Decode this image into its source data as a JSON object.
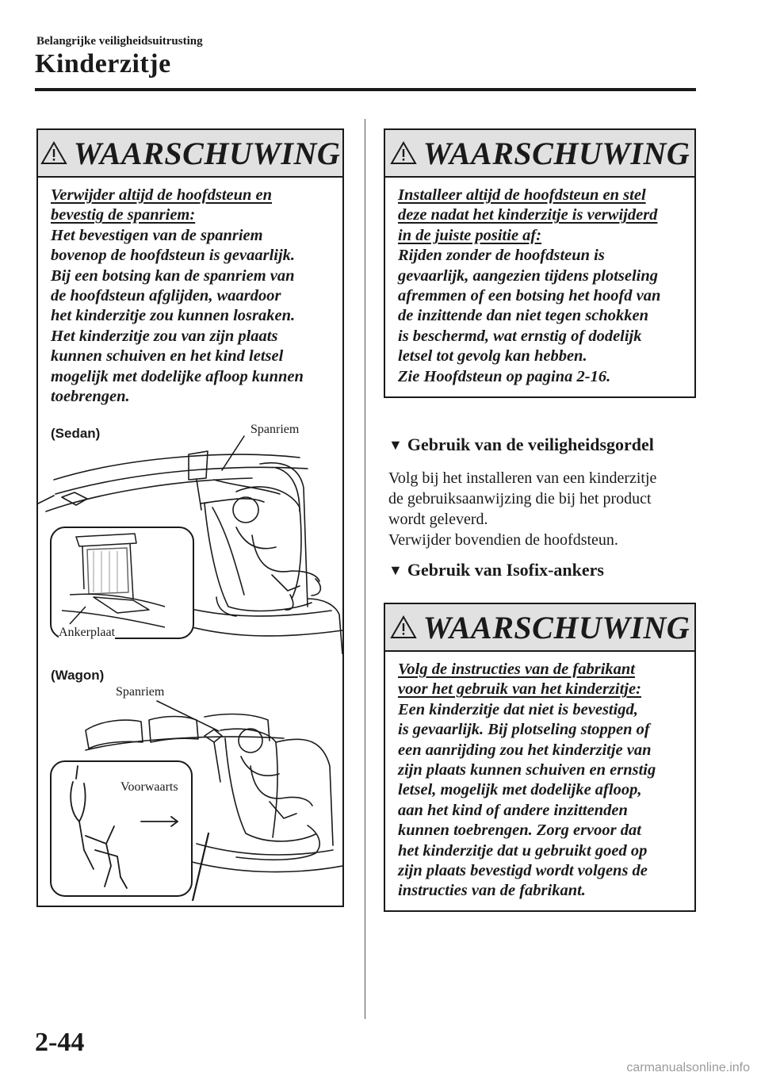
{
  "header": {
    "section": "Belangrijke veiligheidsuitrusting",
    "title": "Kinderzitje"
  },
  "warning_left": {
    "title": "WAARSCHUWING",
    "underlined": [
      "Verwijder altijd de hoofdsteun en",
      "bevestig de spanriem:"
    ],
    "body": [
      "Het bevestigen van de spanriem",
      "bovenop de hoofdsteun is gevaarlijk.",
      "Bij een botsing kan de spanriem van",
      "de hoofdsteun afglijden, waardoor",
      "het kinderzitje zou kunnen losraken.",
      "Het kinderzitje zou van zijn plaats",
      "kunnen schuiven en het kind letsel",
      "mogelijk met dodelijke afloop kunnen",
      "toebrengen."
    ],
    "figure": {
      "sedan_label": "(Sedan)",
      "sedan_callout_strap": "Spanriem",
      "sedan_callout_plate": "Ankerplaat",
      "wagon_label": "(Wagon)",
      "wagon_callout_strap": "Spanriem",
      "wagon_callout_forward": "Voorwaarts"
    }
  },
  "warning_right_top": {
    "title": "WAARSCHUWING",
    "underlined": [
      "Installeer altijd de hoofdsteun en stel",
      "deze nadat het kinderzitje is verwijderd",
      "in de juiste positie af:"
    ],
    "body": [
      "Rijden zonder de hoofdsteun is",
      "gevaarlijk, aangezien tijdens plotseling",
      "afremmen of een botsing het hoofd van",
      "de inzittende dan niet tegen schokken",
      "is beschermd, wat ernstig of dodelijk",
      "letsel tot gevolg kan hebben.",
      "Zie Hoofdsteun op pagina 2-16."
    ]
  },
  "section_seatbelt": {
    "heading": "Gebruik van de veiligheidsgordel",
    "text": [
      "Volg bij het installeren van een kinderzitje",
      "de gebruiksaanwijzing die bij het product",
      "wordt geleverd.",
      "Verwijder bovendien de hoofdsteun."
    ]
  },
  "section_isofix": {
    "heading": "Gebruik van Isofix-ankers"
  },
  "warning_right_bottom": {
    "title": "WAARSCHUWING",
    "underlined": [
      "Volg de instructies van de fabrikant",
      "voor het gebruik van het kinderzitje:"
    ],
    "body": [
      "Een kinderzitje dat niet is bevestigd,",
      "is gevaarlijk. Bij plotseling stoppen of",
      "een aanrijding zou het kinderzitje van",
      "zijn plaats kunnen schuiven en ernstig",
      "letsel, mogelijk met dodelijke afloop,",
      "aan het kind of andere inzittenden",
      "kunnen toebrengen. Zorg ervoor dat",
      "het kinderzitje dat u gebruikt goed op",
      "zijn plaats bevestigd wordt volgens de",
      "instructies van de fabrikant."
    ]
  },
  "footer": {
    "page_number": "2-44",
    "watermark": "carmanualsonline.info"
  }
}
